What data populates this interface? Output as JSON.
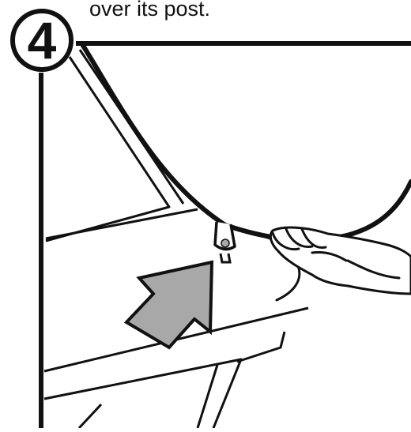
{
  "instruction": {
    "caption": "over its post.",
    "step_number": "4"
  },
  "colors": {
    "ink": "#111111",
    "paper": "#ffffff",
    "arrow_fill": "#a8a8a8"
  },
  "icons": {
    "step_badge": "circled-number",
    "pointer": "arrow-up-right"
  }
}
